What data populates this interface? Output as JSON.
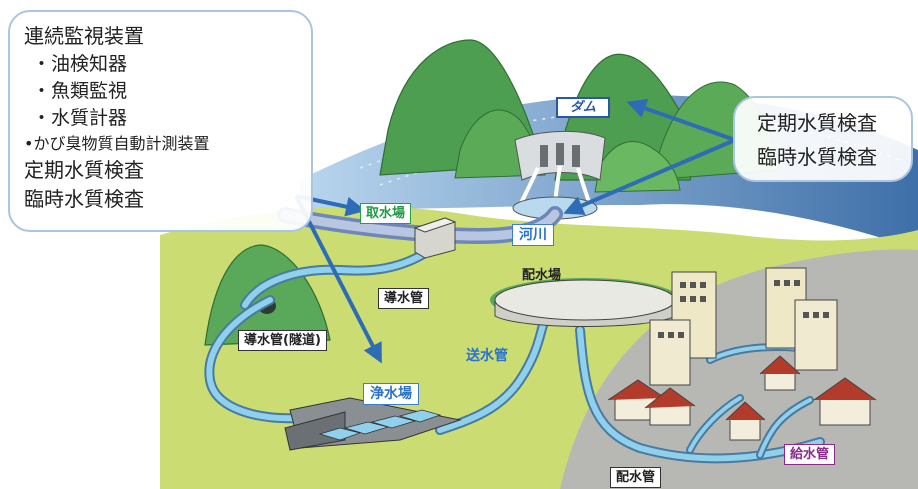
{
  "left_callout": {
    "title": "連続監視装置",
    "items": [
      "・油検知器",
      "・魚類監視",
      "・水質計器",
      "•かび臭物質自動計測装置"
    ],
    "lines": [
      "定期水質検査",
      "臨時水質検査"
    ]
  },
  "right_callout": {
    "lines": [
      "定期水質検査",
      "臨時水質検査"
    ]
  },
  "labels": {
    "dam": "ダム",
    "intake": "取水場",
    "river": "河川",
    "conduit": "導水管",
    "tunnel": "導水管(隧道)",
    "purification": "浄水場",
    "distribution_station": "配水場",
    "transmission": "送水管",
    "distribution_pipe": "配水管",
    "service_pipe": "給水管"
  },
  "colors": {
    "arrow": "#2e6cb5",
    "water": "#8bbbe0",
    "grass": "#c9dc6f",
    "mountain": "#4a9a4e",
    "pipe": "#7fc0e0"
  }
}
